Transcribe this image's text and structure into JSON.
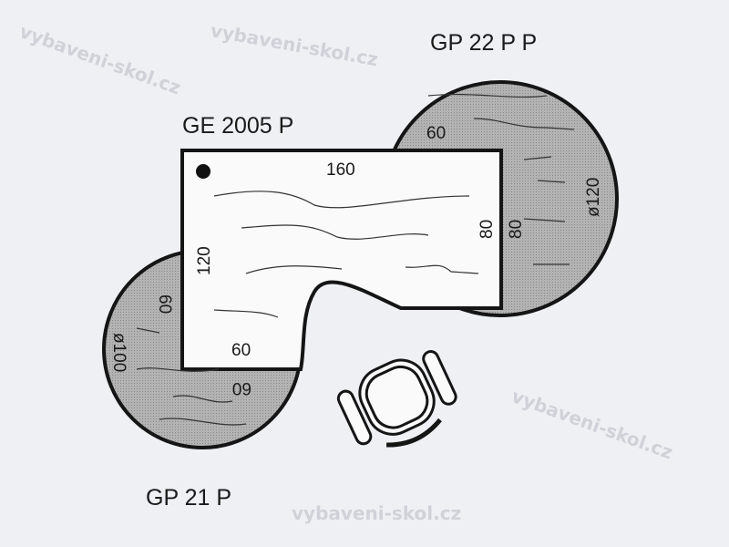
{
  "watermark": "vybaveni-skol.cz",
  "pieces": {
    "desk": {
      "name": "GE 2005 P",
      "width": "160",
      "depth": "120",
      "right_depth": "80",
      "inner_width": "60"
    },
    "right_table": {
      "name": "GP 22 P P",
      "depth": "80",
      "side": "60",
      "diameter": "ø120"
    },
    "left_table": {
      "name": "GP 21 P",
      "side_a": "60",
      "side_b": "60",
      "diameter": "ø100"
    }
  },
  "colors": {
    "fill": "#a9a9a9",
    "line": "#151515",
    "background": "#eef0f4"
  }
}
